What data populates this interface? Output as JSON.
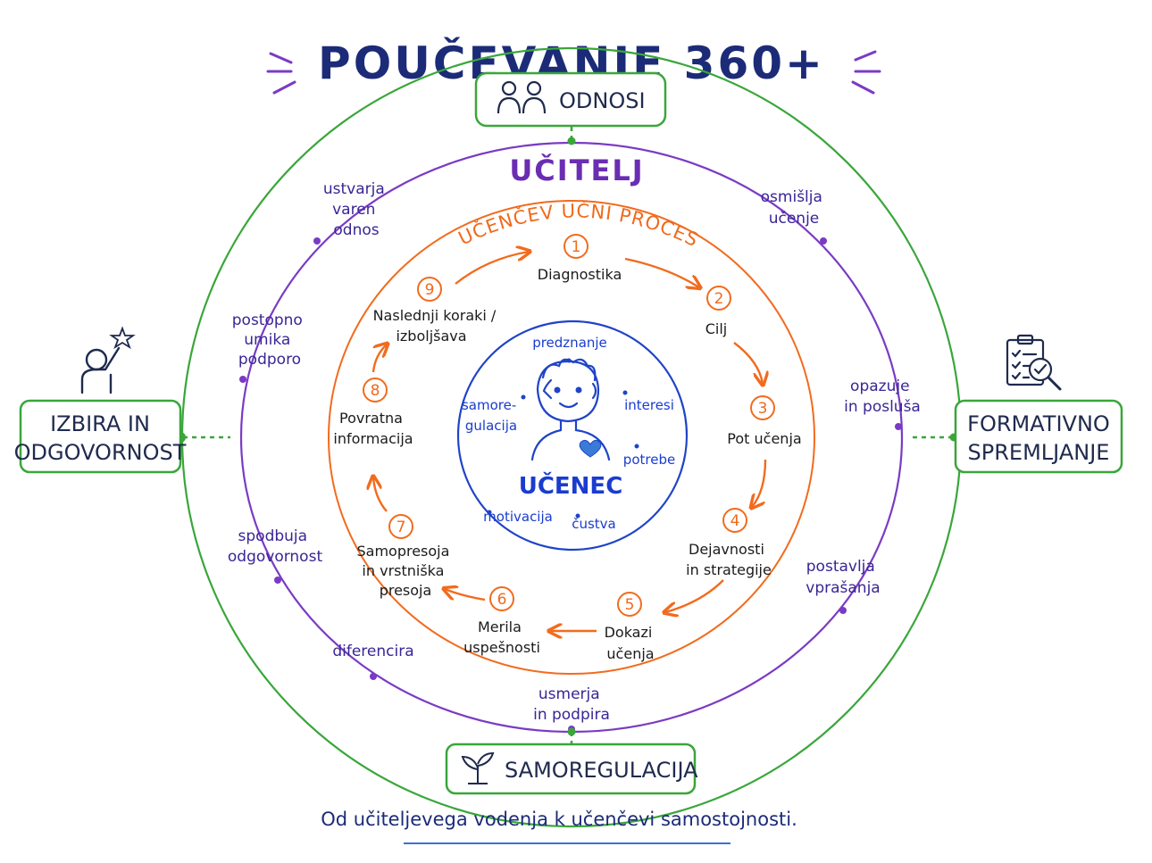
{
  "title": "POUČEVANJE 360+",
  "pillars": {
    "top": "ODNOSI",
    "left_line1": "IZBIRA IN",
    "left_line2": "ODGOVORNOST",
    "right_line1": "FORMATIVNO",
    "right_line2": "SPREMLJANJE",
    "bottom": "SAMOREGULACIJA"
  },
  "teacher": {
    "label": "UČITELJ",
    "actions": [
      {
        "lines": [
          "ustvarja",
          "varen",
          "odnos"
        ]
      },
      {
        "lines": [
          "osmišlja",
          "učenje"
        ]
      },
      {
        "lines": [
          "opazuje",
          "in posluša"
        ]
      },
      {
        "lines": [
          "postavlja",
          "vprašanja"
        ]
      },
      {
        "lines": [
          "usmerja",
          "in podpira"
        ]
      },
      {
        "lines": [
          "diferencira"
        ]
      },
      {
        "lines": [
          "spodbuja",
          "odgovornost"
        ]
      },
      {
        "lines": [
          "postopno",
          "umika",
          "podporo"
        ]
      }
    ]
  },
  "process": {
    "label": "UČENČEV UČNI PROCES",
    "steps": [
      {
        "n": "1",
        "lines": [
          "Diagnostika"
        ]
      },
      {
        "n": "2",
        "lines": [
          "Cilj"
        ]
      },
      {
        "n": "3",
        "lines": [
          "Pot učenja"
        ]
      },
      {
        "n": "4",
        "lines": [
          "Dejavnosti",
          "in strategije"
        ]
      },
      {
        "n": "5",
        "lines": [
          "Dokazi",
          "učenja"
        ]
      },
      {
        "n": "6",
        "lines": [
          "Merila",
          "uspešnosti"
        ]
      },
      {
        "n": "7",
        "lines": [
          "Samopresoja",
          "in vrstniška",
          "presoja"
        ]
      },
      {
        "n": "8",
        "lines": [
          "Povratna",
          "informacija"
        ]
      },
      {
        "n": "9",
        "lines": [
          "Naslednji koraki /",
          "izboljšava"
        ]
      }
    ]
  },
  "learner": {
    "label": "UČENEC",
    "traits": {
      "predznanje": "predznanje",
      "interesi": "interesi",
      "potrebe": "potrebe",
      "custva": "čustva",
      "motivacija": "motivacija",
      "samoregulacija_1": "samore-",
      "samoregulacija_2": "gulacija"
    }
  },
  "tagline": "Od učiteljevega vodenja k učenčevi samostojnosti.",
  "colors": {
    "outer": "#3aa63a",
    "teacher": "#7a3bc4",
    "process": "#f26b1d",
    "learner": "#1f44c8",
    "title": "#1c2b78"
  }
}
